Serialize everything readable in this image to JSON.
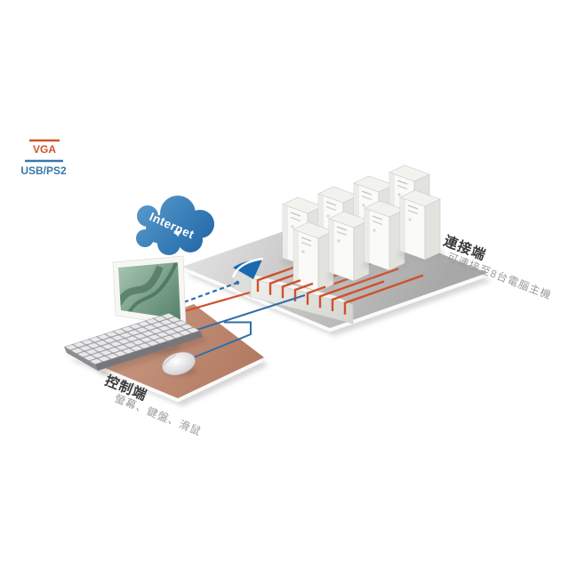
{
  "legend": {
    "items": [
      {
        "label": "VGA",
        "color": "#cf5430"
      },
      {
        "label": "USB/PS2",
        "color": "#3a76ad"
      }
    ]
  },
  "cloud": {
    "label": "Internet"
  },
  "control_side": {
    "title": "控制端",
    "subtitle": "螢幕、鍵盤、滑鼠"
  },
  "server_side": {
    "title": "連接端",
    "subtitle": "可連接至8台電腦主機"
  },
  "servers": {
    "count": 8
  },
  "colors": {
    "vga_cable": "#d0512b",
    "usb_cable": "#2f6ea8",
    "switch_logo": "#1a6ab0"
  }
}
